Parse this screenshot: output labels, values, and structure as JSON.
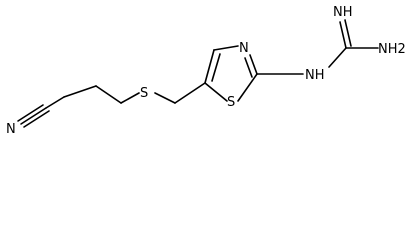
{
  "molecule": {
    "atoms": {
      "n_nitrile": "N",
      "s_thioether": "S",
      "n_thiazole": "N",
      "s_thiazole": "S",
      "nh_imine": "NH",
      "nh2": "NH2",
      "nh_amine": "NH"
    }
  },
  "colors": {
    "bond": "#000000",
    "label": "#000000",
    "background": "#ffffff"
  }
}
